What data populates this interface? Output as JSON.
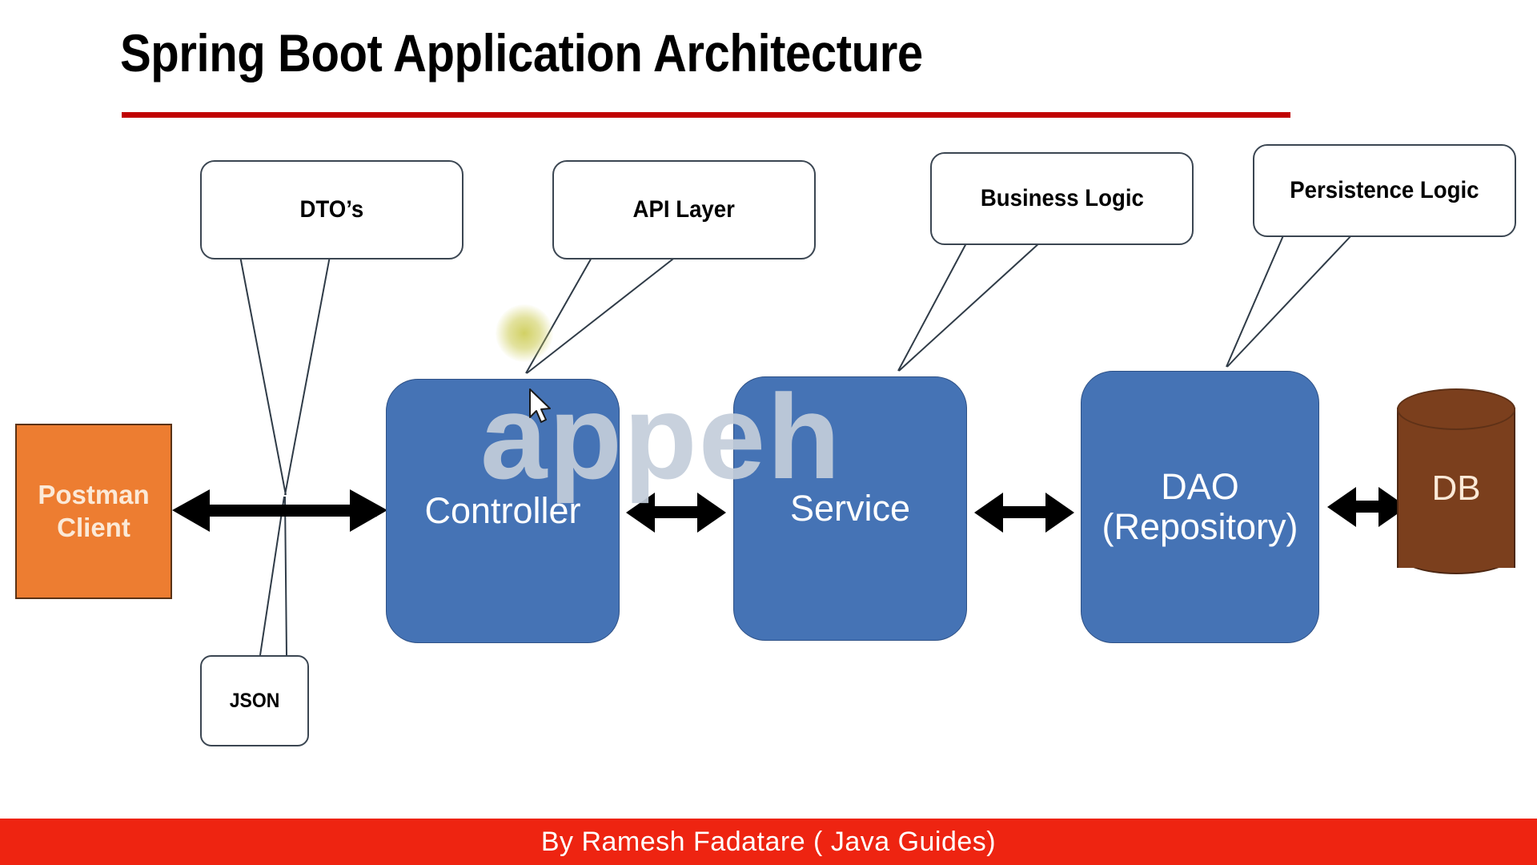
{
  "slide": {
    "title": "Spring Boot Application Architecture",
    "accent_rule_color": "#C00000",
    "background_color": "#FFFFFF",
    "watermark_text": "appeh"
  },
  "callouts": [
    {
      "id": "dto",
      "label": "DTO’s"
    },
    {
      "id": "api",
      "label": "API Layer"
    },
    {
      "id": "biz",
      "label": "Business Logic"
    },
    {
      "id": "pers",
      "label": "Persistence Logic"
    },
    {
      "id": "json",
      "label": "JSON"
    }
  ],
  "nodes": {
    "postman": {
      "line1": "Postman",
      "line2": "Client",
      "color": "#ED7D31",
      "text_color": "#FBE9D7"
    },
    "controller": {
      "label": "Controller",
      "color": "#4573B5",
      "text_color": "#FFFFFF"
    },
    "service": {
      "label": "Service",
      "color": "#4573B5",
      "text_color": "#FFFFFF"
    },
    "dao": {
      "line1": "DAO",
      "line2": "(Repository)",
      "color": "#4573B5",
      "text_color": "#FFFFFF"
    },
    "db": {
      "label": "DB",
      "color": "#7B3F1D",
      "text_color": "#FBE9D7"
    }
  },
  "footer": {
    "text": "By Ramesh Fadatare ( Java Guides)",
    "background_color": "#EE2411",
    "text_color": "#FFFFFF"
  }
}
